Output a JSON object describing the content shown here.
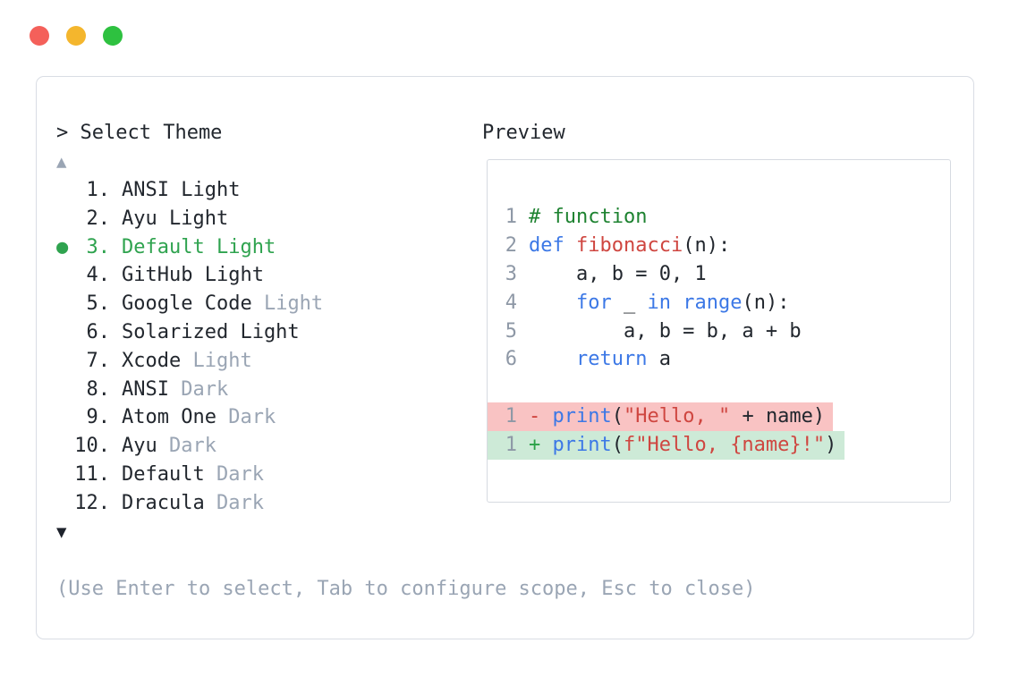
{
  "window": {
    "traffic_lights": [
      {
        "name": "close",
        "color": "#f4605a"
      },
      {
        "name": "minimize",
        "color": "#f4b62d"
      },
      {
        "name": "zoom",
        "color": "#2ec140"
      }
    ]
  },
  "palette": {
    "prompt": "> Select Theme",
    "scroll_up_icon": "▲",
    "scroll_down_icon": "▼",
    "hint": "(Use Enter to select, Tab to configure scope, Esc to close)",
    "items": [
      {
        "row_cls": "theme-row",
        "bullet": "",
        "number": "1.",
        "name": "ANSI Light",
        "variant": ""
      },
      {
        "row_cls": "theme-row",
        "bullet": "",
        "number": "2.",
        "name": "Ayu Light",
        "variant": ""
      },
      {
        "row_cls": "theme-row selected",
        "bullet": "●",
        "number": "3.",
        "name": "Default Light",
        "variant": ""
      },
      {
        "row_cls": "theme-row",
        "bullet": "",
        "number": "4.",
        "name": "GitHub Light",
        "variant": ""
      },
      {
        "row_cls": "theme-row",
        "bullet": "",
        "number": "5.",
        "name": "Google Code",
        "variant": " Light"
      },
      {
        "row_cls": "theme-row",
        "bullet": "",
        "number": "6.",
        "name": "Solarized Light",
        "variant": ""
      },
      {
        "row_cls": "theme-row",
        "bullet": "",
        "number": "7.",
        "name": "Xcode",
        "variant": " Light"
      },
      {
        "row_cls": "theme-row",
        "bullet": "",
        "number": "8.",
        "name": "ANSI",
        "variant": " Dark"
      },
      {
        "row_cls": "theme-row",
        "bullet": "",
        "number": "9.",
        "name": "Atom One",
        "variant": " Dark"
      },
      {
        "row_cls": "theme-row",
        "bullet": "",
        "number": "10.",
        "name": "Ayu",
        "variant": " Dark"
      },
      {
        "row_cls": "theme-row",
        "bullet": "",
        "number": "11.",
        "name": "Default",
        "variant": " Dark"
      },
      {
        "row_cls": "theme-row",
        "bullet": "",
        "number": "12.",
        "name": "Dracula",
        "variant": " Dark"
      }
    ],
    "selected_item": "3. Default Light"
  },
  "preview": {
    "title": "Preview",
    "code_lines": [
      {
        "cls": "code-line",
        "num": "1",
        "tokens": [
          {
            "text": "# function",
            "cls": "tok c-comment"
          }
        ]
      },
      {
        "cls": "code-line",
        "num": "2",
        "tokens": [
          {
            "text": "def ",
            "cls": "tok c-kw"
          },
          {
            "text": "fibonacci",
            "cls": "tok c-fn"
          },
          {
            "text": "(n):",
            "cls": "tok"
          }
        ]
      },
      {
        "cls": "code-line",
        "num": "3",
        "tokens": [
          {
            "text": "    a, b = 0, 1",
            "cls": "tok"
          }
        ]
      },
      {
        "cls": "code-line",
        "num": "4",
        "tokens": [
          {
            "text": "    ",
            "cls": "tok"
          },
          {
            "text": "for ",
            "cls": "tok c-kw"
          },
          {
            "text": "_ ",
            "cls": "tok"
          },
          {
            "text": "in ",
            "cls": "tok c-kw"
          },
          {
            "text": "range",
            "cls": "tok c-kw"
          },
          {
            "text": "(n):",
            "cls": "tok"
          }
        ]
      },
      {
        "cls": "code-line",
        "num": "5",
        "tokens": [
          {
            "text": "        a, b = b, a + b",
            "cls": "tok"
          }
        ]
      },
      {
        "cls": "code-line",
        "num": "6",
        "tokens": [
          {
            "text": "    ",
            "cls": "tok"
          },
          {
            "text": "return ",
            "cls": "tok c-kw"
          },
          {
            "text": "a",
            "cls": "tok"
          }
        ]
      },
      {
        "cls": "code-line",
        "num": "",
        "tokens": [
          {
            "text": "",
            "cls": "tok"
          }
        ]
      },
      {
        "cls": "code-line diff-del",
        "num": "1",
        "tokens": [
          {
            "text": "- ",
            "cls": "tok c-del"
          },
          {
            "text": "print",
            "cls": "tok c-kw"
          },
          {
            "text": "(",
            "cls": "tok"
          },
          {
            "text": "\"Hello, \"",
            "cls": "tok c-str"
          },
          {
            "text": " + name)",
            "cls": "tok"
          }
        ]
      },
      {
        "cls": "code-line diff-add",
        "num": "1",
        "tokens": [
          {
            "text": "+ ",
            "cls": "tok c-add"
          },
          {
            "text": "print",
            "cls": "tok c-kw"
          },
          {
            "text": "(",
            "cls": "tok"
          },
          {
            "text": "f\"Hello, {name}!\"",
            "cls": "tok c-str"
          },
          {
            "text": ")",
            "cls": "tok"
          }
        ]
      }
    ]
  },
  "colors": {
    "selected_green": "#2fa34f",
    "dim_gray": "#9aa5b4",
    "text_dark": "#22272e",
    "line_number_gray": "#8e98a6",
    "comment_green": "#1d8230",
    "keyword_blue": "#3c78e6",
    "string_red": "#cf4640",
    "diff_minus_red": "#ce403a",
    "diff_plus_green": "#2aa147",
    "diff_del_bg": "#f9c3c3",
    "diff_add_bg": "#cdead7",
    "border_gray": "#d9dde4",
    "traffic_red": "#f4605a",
    "traffic_yellow": "#f4b62d",
    "traffic_green": "#2ec140"
  }
}
